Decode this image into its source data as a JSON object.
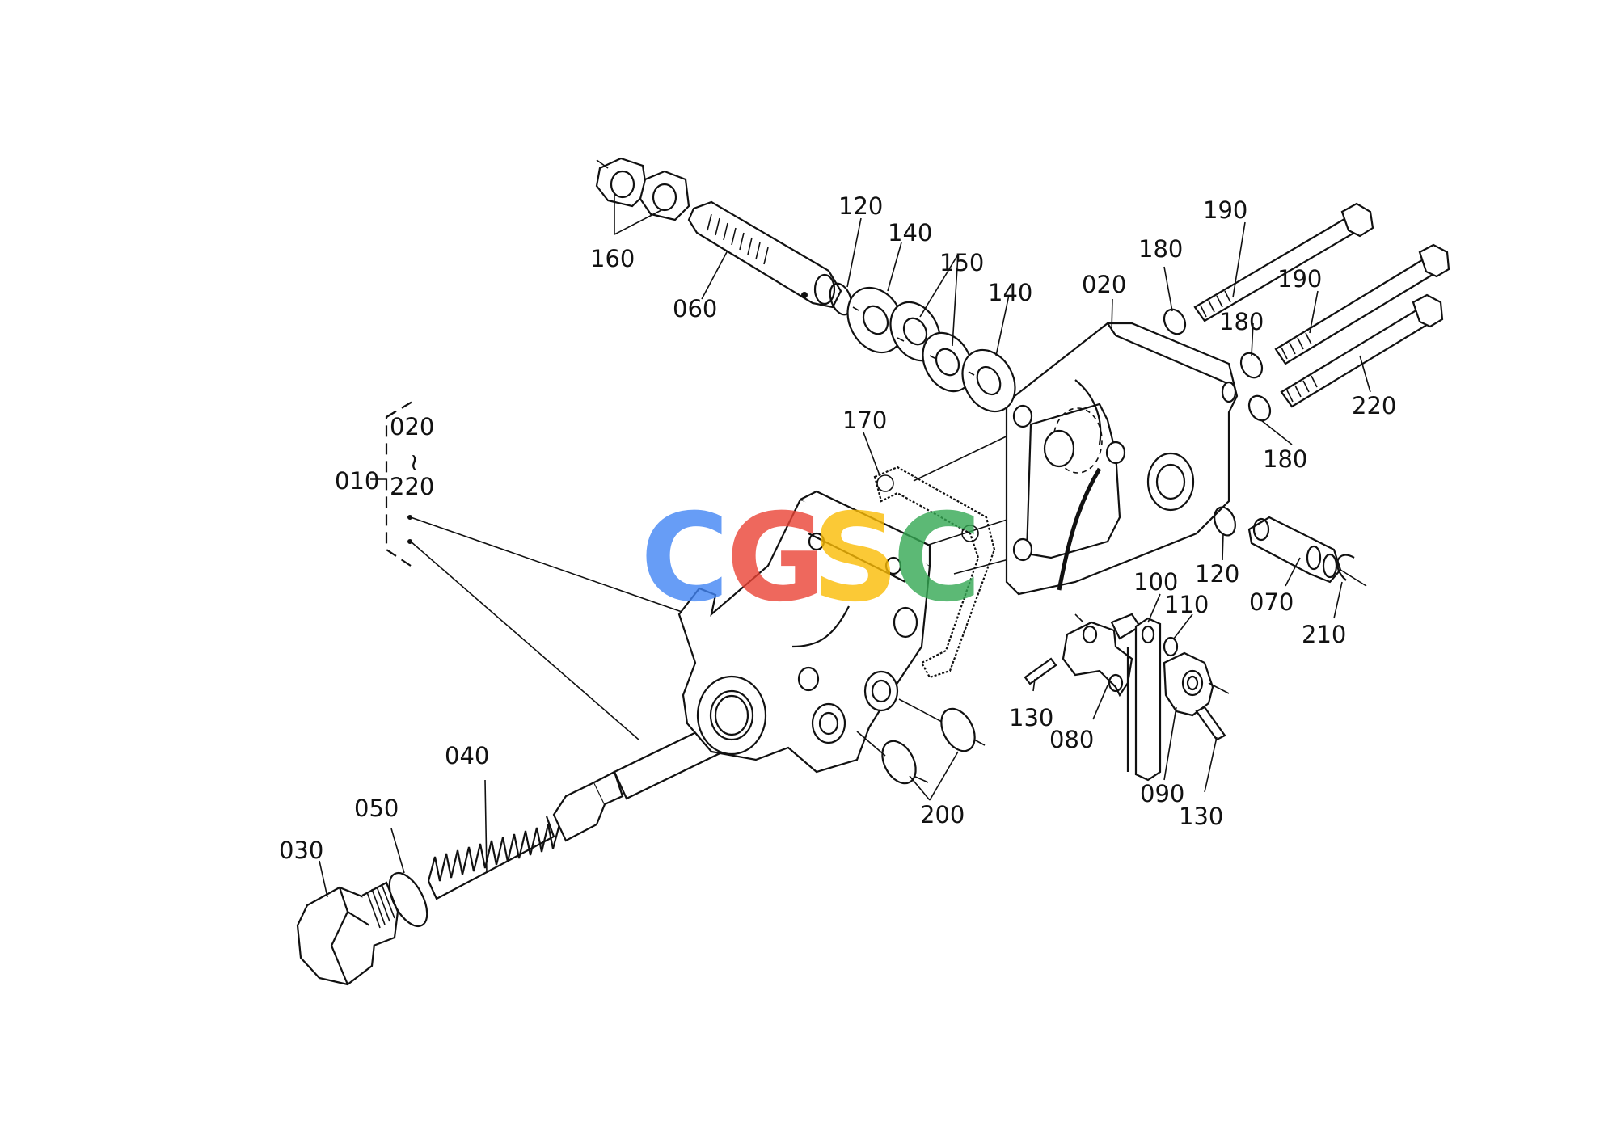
{
  "labels": {
    "p010": "010",
    "p020a": "020",
    "p220a": "220",
    "p020b": "020",
    "p030": "030",
    "p040": "040",
    "p050": "050",
    "p060": "060",
    "p070": "070",
    "p080": "080",
    "p090": "090",
    "p100": "100",
    "p110": "110",
    "p120a": "120",
    "p120b": "120",
    "p130a": "130",
    "p130b": "130",
    "p140a": "140",
    "p140b": "140",
    "p150": "150",
    "p160": "160",
    "p170": "170",
    "p180a": "180",
    "p180b": "180",
    "p180c": "180",
    "p190a": "190",
    "p190b": "190",
    "p200": "200",
    "p210": "210",
    "p220b": "220",
    "tilde": "~"
  },
  "watermark": {
    "letters": [
      "C",
      "G",
      "S",
      "C"
    ],
    "colors": [
      "#4285F4",
      "#EA4335",
      "#FBBC05",
      "#34A853"
    ]
  }
}
